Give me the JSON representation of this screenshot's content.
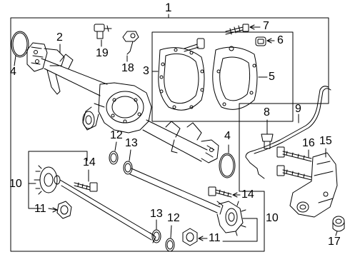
{
  "colors": {
    "line": "#000000",
    "background": "#ffffff"
  },
  "callouts": [
    {
      "id": "n1",
      "text": "1"
    },
    {
      "id": "n2",
      "text": "2"
    },
    {
      "id": "n3",
      "text": "3"
    },
    {
      "id": "n4a",
      "text": "4"
    },
    {
      "id": "n4b",
      "text": "4"
    },
    {
      "id": "n5",
      "text": "5"
    },
    {
      "id": "n6",
      "text": "6"
    },
    {
      "id": "n7",
      "text": "7"
    },
    {
      "id": "n8",
      "text": "8"
    },
    {
      "id": "n9",
      "text": "9"
    },
    {
      "id": "n10a",
      "text": "10"
    },
    {
      "id": "n10b",
      "text": "10"
    },
    {
      "id": "n11a",
      "text": "11"
    },
    {
      "id": "n11b",
      "text": "11"
    },
    {
      "id": "n12a",
      "text": "12"
    },
    {
      "id": "n12b",
      "text": "12"
    },
    {
      "id": "n13a",
      "text": "13"
    },
    {
      "id": "n13b",
      "text": "13"
    },
    {
      "id": "n14a",
      "text": "14"
    },
    {
      "id": "n14b",
      "text": "14"
    },
    {
      "id": "n15",
      "text": "15"
    },
    {
      "id": "n16",
      "text": "16"
    },
    {
      "id": "n17",
      "text": "17"
    },
    {
      "id": "n18",
      "text": "18"
    },
    {
      "id": "n19",
      "text": "19"
    }
  ]
}
